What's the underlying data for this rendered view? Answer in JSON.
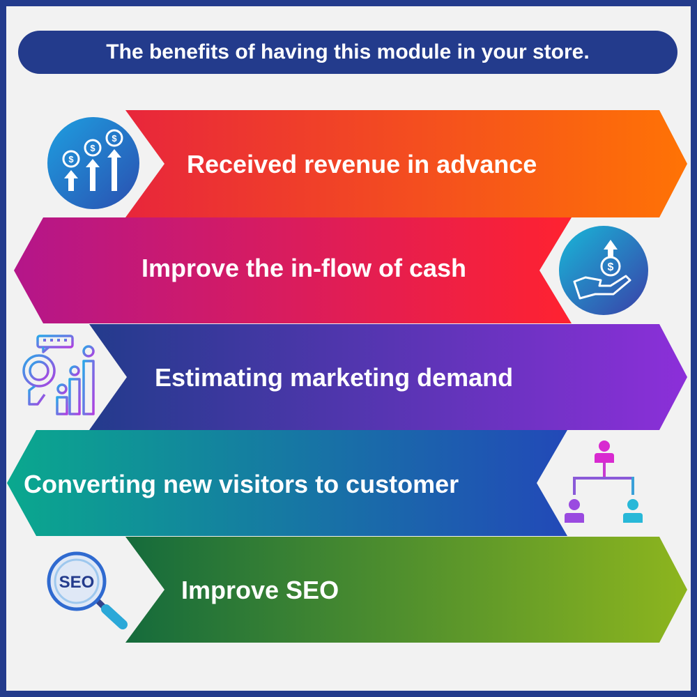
{
  "title": "The benefits of having this module in your store.",
  "benefits": [
    {
      "label": "Received revenue in advance",
      "icon": "revenue-growth-icon",
      "colors": [
        "#e8263b",
        "#ff7305"
      ]
    },
    {
      "label": "Improve the in-flow of cash",
      "icon": "cash-inflow-hand-icon",
      "colors": [
        "#b4168a",
        "#ff2230"
      ]
    },
    {
      "label": "Estimating marketing demand",
      "icon": "market-research-icon",
      "colors": [
        "#233b8c",
        "#8c2fd9"
      ]
    },
    {
      "label": "Converting new visitors to customer",
      "icon": "referral-network-icon",
      "colors": [
        "#0aa88e",
        "#2249b8"
      ]
    },
    {
      "label": "Improve SEO",
      "icon": "seo-magnifier-icon",
      "colors": [
        "#156b3c",
        "#8db51e"
      ]
    }
  ],
  "colors": {
    "frame": "#233b8c",
    "background": "#f2f2f2",
    "title_pill": "#233b8c"
  }
}
